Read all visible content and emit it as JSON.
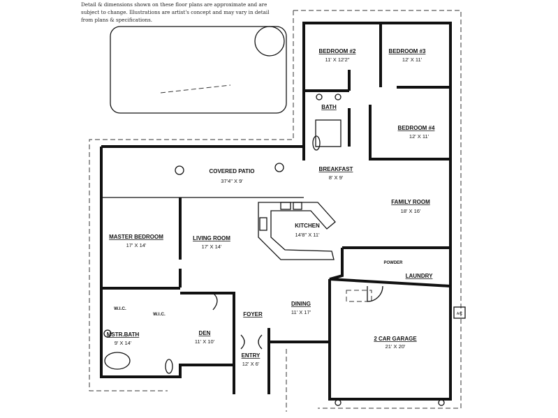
{
  "disclaimer": "Detail & dimensions shown on these floor plans are approximate and are subject to change. Illustrations are artist's concept and may vary in detail from plans & specifications.",
  "rooms": {
    "bedroom2": {
      "name": "BEDROOM #2",
      "size": "11' X 12'2\""
    },
    "bedroom3": {
      "name": "BEDROOM #3",
      "size": "12' X 11'"
    },
    "bath": {
      "name": "BATH"
    },
    "bedroom4": {
      "name": "BEDROOM #4",
      "size": "12' X 11'"
    },
    "covered_patio": {
      "name": "COVERED PATIO",
      "size": "37'4\" X 9'"
    },
    "breakfast": {
      "name": "BREAKFAST",
      "size": "8' X 9'"
    },
    "family_room": {
      "name": "FAMILY ROOM",
      "size": "18' X 16'"
    },
    "kitchen": {
      "name": "KITCHEN",
      "size": "14'8\" X 11'"
    },
    "master_bedroom": {
      "name": "MASTER BEDROOM",
      "size": "17' X 14'"
    },
    "living_room": {
      "name": "LIVING ROOM",
      "size": "17' X 14'"
    },
    "powder": {
      "name": "POWDER"
    },
    "laundry": {
      "name": "LAUNDRY"
    },
    "wic1": {
      "name": "W.I.C."
    },
    "wic2": {
      "name": "W.I.C."
    },
    "foyer": {
      "name": "FOYER"
    },
    "dining": {
      "name": "DINING",
      "size": "11' X 17'"
    },
    "master_bath": {
      "name": "MSTR.BATH",
      "size": "9' X 14'"
    },
    "den": {
      "name": "DEN",
      "size": "11' X 10'"
    },
    "garage": {
      "name": "2 CAR GARAGE",
      "size": "21' X 20'"
    },
    "entry": {
      "name": "ENTRY",
      "size": "12' X 6'"
    }
  },
  "ac_unit": "A/C"
}
